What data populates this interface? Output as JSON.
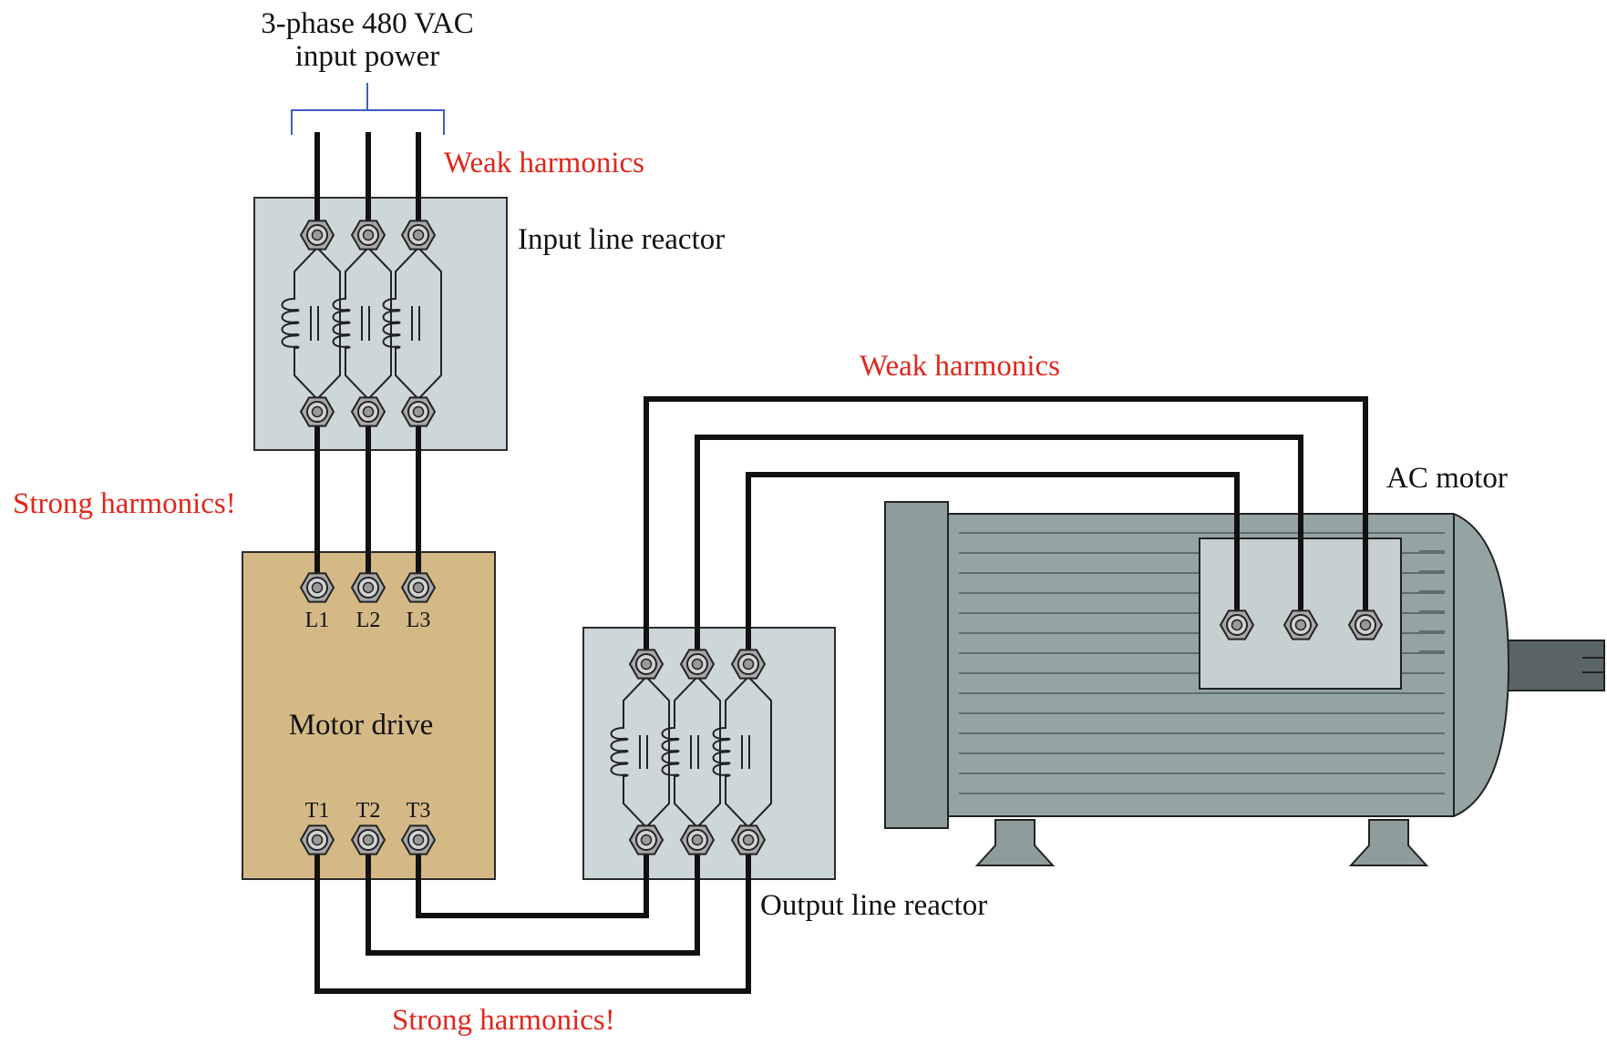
{
  "labels": {
    "input_power_line1": "3-phase 480 VAC",
    "input_power_line2": "input power",
    "weak_harmonics_input": "Weak harmonics",
    "input_reactor": "Input line reactor",
    "strong_harmonics_left": "Strong harmonics!",
    "weak_harmonics_output": "Weak harmonics",
    "ac_motor": "AC motor",
    "motor_drive": "Motor drive",
    "output_reactor": "Output line reactor",
    "strong_harmonics_bottom": "Strong harmonics!"
  },
  "terminals": {
    "line": [
      "L1",
      "L2",
      "L3"
    ],
    "load": [
      "T1",
      "T2",
      "T3"
    ]
  },
  "colors": {
    "harmonics_text": "#e0261c",
    "bracket": "#3b5fc4",
    "reactor_box": "#cdd7d9",
    "drive_box": "#d4b987",
    "motor": "#93a4a3"
  }
}
